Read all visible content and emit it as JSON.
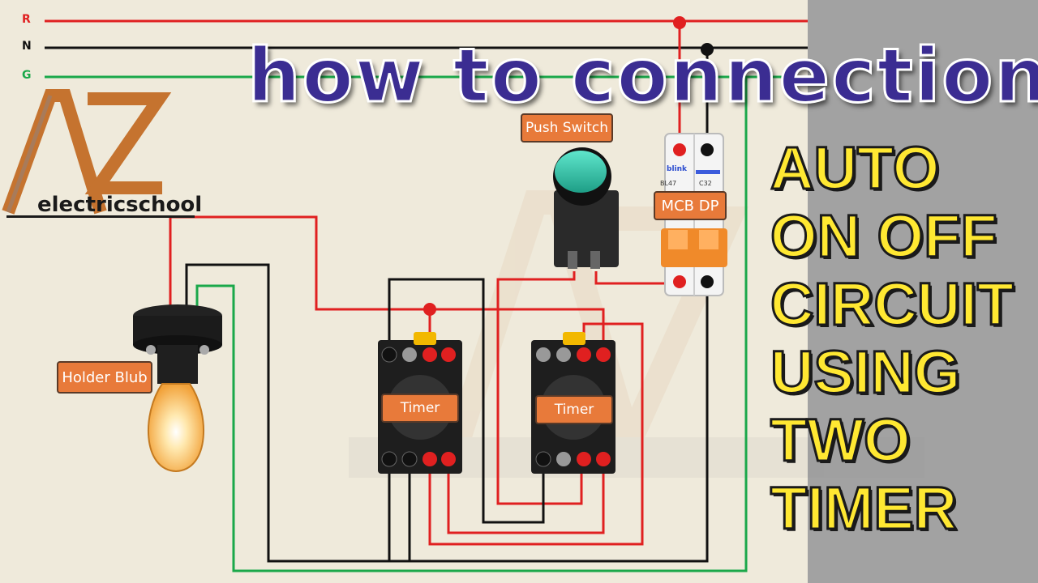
{
  "rails": [
    {
      "label": "R",
      "color": "#e02020"
    },
    {
      "label": "N",
      "color": "#111111"
    },
    {
      "label": "G",
      "color": "#1aa84a"
    }
  ],
  "headline": "how to connection",
  "side_title": [
    "AUTO",
    "ON OFF",
    "CIRCUIT",
    "USING",
    "TWO",
    "TIMER"
  ],
  "logo": {
    "mark": "AZ",
    "name": "electricschool"
  },
  "tags": {
    "push_switch": "Push Switch",
    "mcb": "MCB DP",
    "holder": "Holder Blub",
    "timer_left": "Timer",
    "timer_right": "Timer"
  },
  "mcb_brand": {
    "brand": "blink",
    "model": "BL47",
    "rating": "C32"
  },
  "colors": {
    "line": "#e02020",
    "neutral": "#111111",
    "ground": "#1aa84a",
    "tag": "#e87a3a",
    "headline": "#3b2d92",
    "side_title": "#ffe832",
    "push_button": "#2fc4a8"
  }
}
